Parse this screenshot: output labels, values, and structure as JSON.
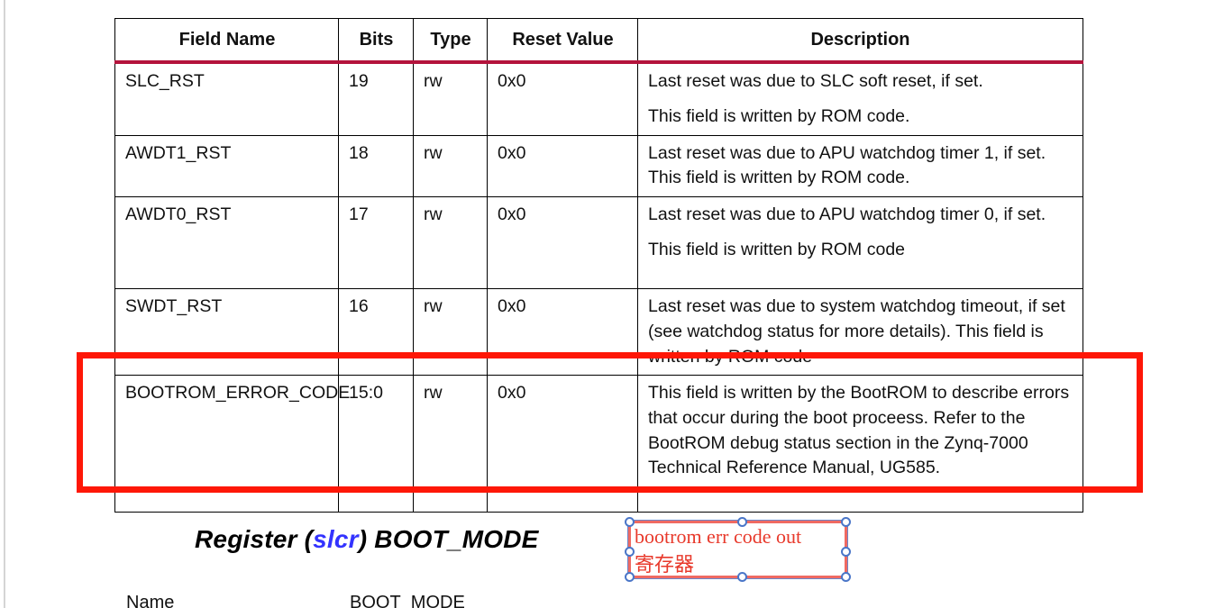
{
  "table": {
    "headers": [
      "Field Name",
      "Bits",
      "Type",
      "Reset Value",
      "Description"
    ],
    "header_rule_color": "#b4133c",
    "rows": [
      {
        "field": "SLC_RST",
        "bits": "19",
        "type": "rw",
        "reset": "0x0",
        "description": [
          "Last reset was due to SLC soft reset, if set.",
          "This field is written by ROM code."
        ]
      },
      {
        "field": "AWDT1_RST",
        "bits": "18",
        "type": "rw",
        "reset": "0x0",
        "description": [
          "Last reset was due to APU watchdog timer 1, if set. This field is written by ROM code."
        ]
      },
      {
        "field": "AWDT0_RST",
        "bits": "17",
        "type": "rw",
        "reset": "0x0",
        "description": [
          "Last reset was due to APU watchdog timer 0, if set.",
          "This field is written by ROM code"
        ]
      },
      {
        "field": "SWDT_RST",
        "bits": "16",
        "type": "rw",
        "reset": "0x0",
        "description": [
          "Last reset was due to system watchdog timeout, if set (see watchdog status for more details). This field is written by ROM code"
        ]
      },
      {
        "field": "BOOTROM_ERROR_CODE",
        "bits": "15:0",
        "type": "rw",
        "reset": "0x0",
        "description": [
          "This field is written by the BootROM to describe errors that occur during the boot proceess. Refer to the BootROM debug status section in the Zynq-7000 Technical Reference Manual, UG585."
        ]
      }
    ]
  },
  "highlight": {
    "color": "#fe1707",
    "target_row": "BOOTROM_ERROR_CODE"
  },
  "heading": {
    "prefix": "Register (",
    "link": "slcr",
    "suffix": ") BOOT_MODE",
    "link_color": "#3333ff"
  },
  "callout": {
    "line1": "bootrom err code out",
    "line2": "寄存器",
    "text_color": "#e8392b",
    "border_color": "#ef6a62",
    "handle_color": "#4a76c8",
    "selected": true
  },
  "next_table": {
    "label": "Name",
    "value": "BOOT_MODE"
  }
}
